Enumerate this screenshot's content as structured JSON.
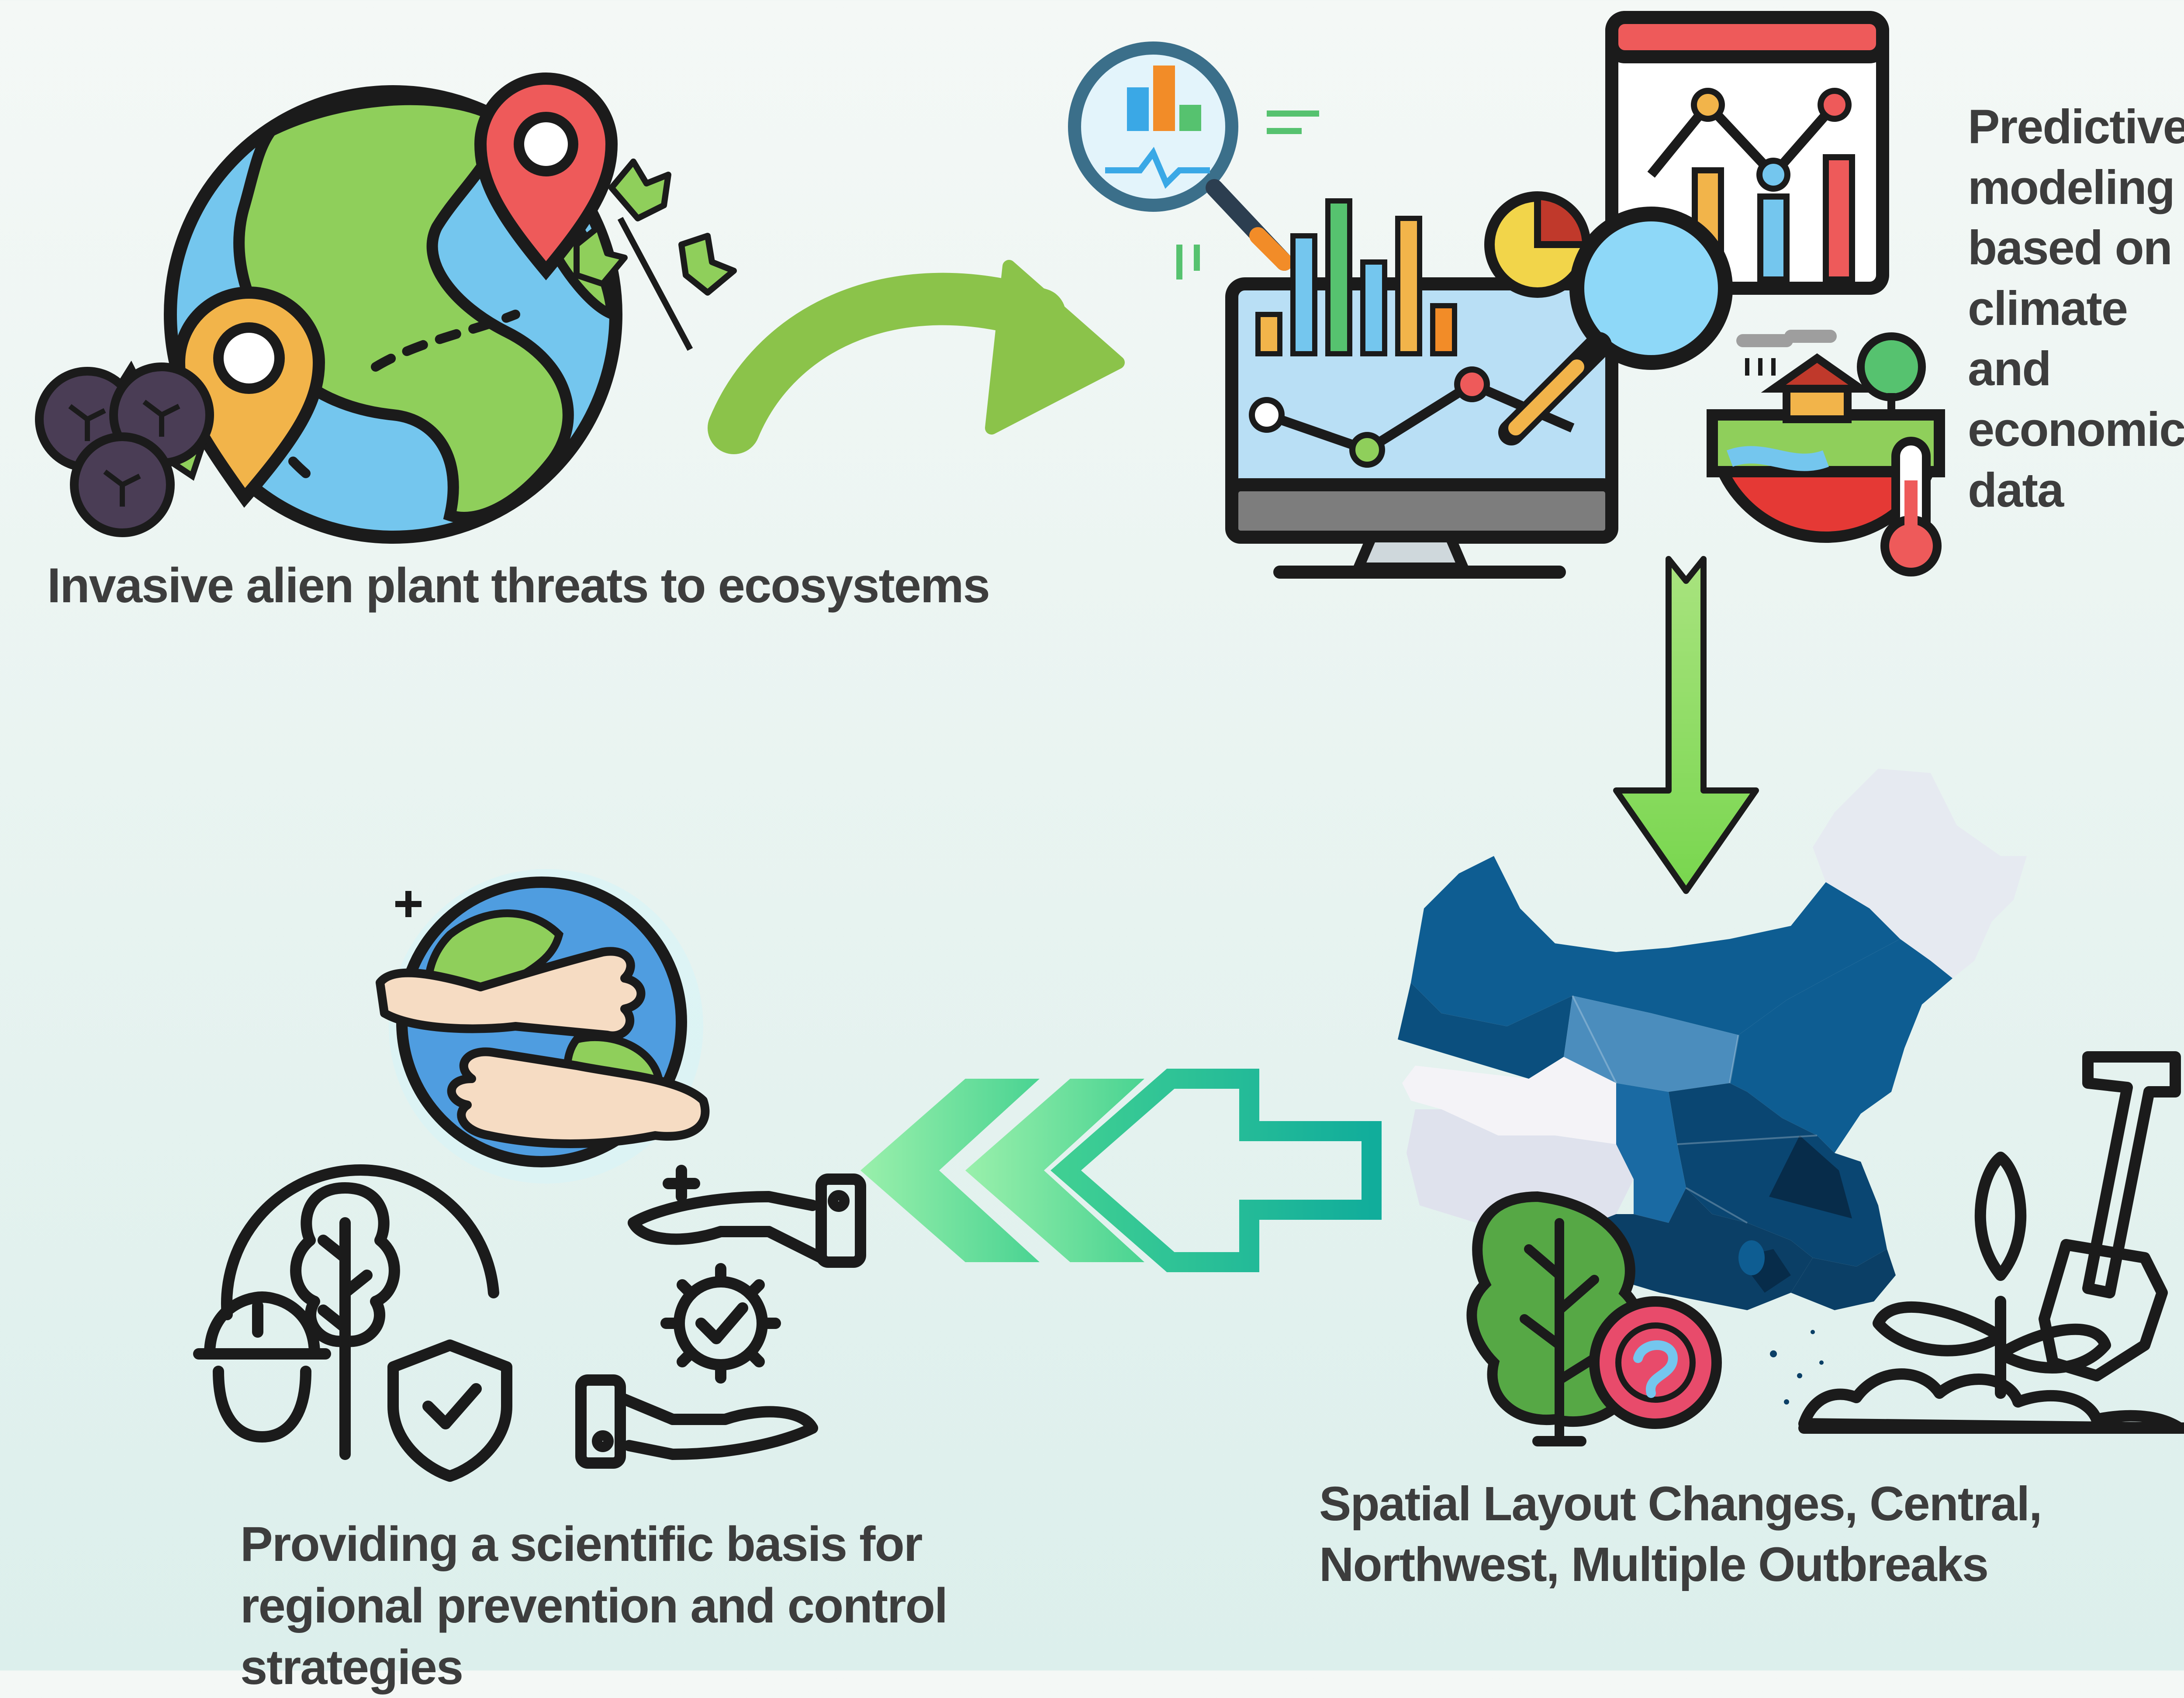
{
  "stages": {
    "invasive": {
      "label": "Invasive alien plant threats to ecosystems"
    },
    "predictive": {
      "label": "Predictive modeling based on climate and economic data"
    },
    "spatial": {
      "label": "Spatial Layout Changes, Central, Northwest, Multiple Outbreaks"
    },
    "providing": {
      "label": "Providing a scientific basis for regional prevention and control strategies"
    }
  },
  "colors": {
    "arrow_green": "#8bc34a",
    "arrow_down": "#86d86a",
    "arrow_teal": "#1fb88f",
    "globe_land": "#8fcf5b",
    "globe_water": "#74c6ee",
    "map_dark": "#0b4f7e",
    "map_light": "#e6eaf1",
    "outline": "#1b1b1b"
  },
  "icons": {
    "globe_pins": "globe-with-location-pins-icon",
    "berries": "invasive-berries-icon",
    "analytics": "data-analytics-monitor-icon",
    "climate": "climate-thermometer-icon",
    "china_map": "china-distribution-map-icon",
    "virus_tree": "diseased-tree-icon",
    "shovel_plant": "shovel-and-sprout-icon",
    "hugging_earth": "hugging-earth-icon",
    "protection": "forest-protection-icon",
    "gear_hands": "hands-with-gear-icon"
  }
}
